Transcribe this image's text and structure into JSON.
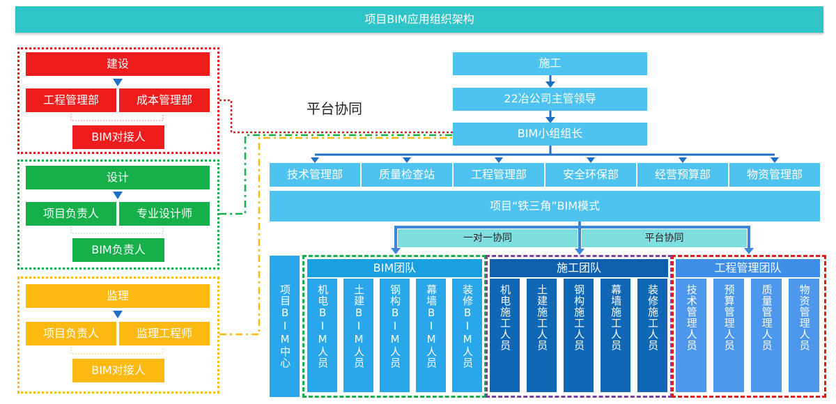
{
  "title": "项目BIM应用组织架构",
  "platform_label": "平台协同",
  "construction_owner": {
    "head": "建设",
    "left": "工程管理部",
    "right": "成本管理部",
    "bottom": "BIM对接人"
  },
  "design": {
    "head": "设计",
    "left": "项目负责人",
    "right": "专业设计师",
    "bottom": "BIM负责人"
  },
  "supervision": {
    "head": "监理",
    "left": "项目负责人",
    "right": "监理工程师",
    "bottom": "BIM对接人"
  },
  "contractor": {
    "head": "施工",
    "leader": "22冶公司主管领导",
    "group_leader": "BIM小组组长",
    "departments": [
      "技术管理部",
      "质量检查站",
      "工程管理部",
      "安全环保部",
      "经营预算部",
      "物资管理部"
    ],
    "mode": "项目“铁三角”BIM模式",
    "link_left": "一对一协同",
    "link_right": "平台协同"
  },
  "bim_center": "项目BIM中心",
  "bim_team": {
    "head": "BIM团队",
    "members": [
      "机电BIM人员",
      "土建BIM人员",
      "钢构BIM人员",
      "幕墙BIM人员",
      "装修BIM人员"
    ]
  },
  "construction_team": {
    "head": "施工团队",
    "members": [
      "机电施工人员",
      "土建施工人员",
      "钢构施工人员",
      "幕墙施工人员",
      "装修施工人员"
    ]
  },
  "management_team": {
    "head": "工程管理团队",
    "members": [
      "技术管理人员",
      "预算管理人员",
      "质量管理人员",
      "物资管理人员"
    ]
  },
  "colors": {
    "owner": "#ee1c1c",
    "design": "#16b04a",
    "supervision": "#fcb912",
    "platform": "#2ec4c8",
    "bim_team_frame": "#16b04a",
    "construction_frame": "#7b3fa0",
    "management_frame": "#e01b1b"
  }
}
